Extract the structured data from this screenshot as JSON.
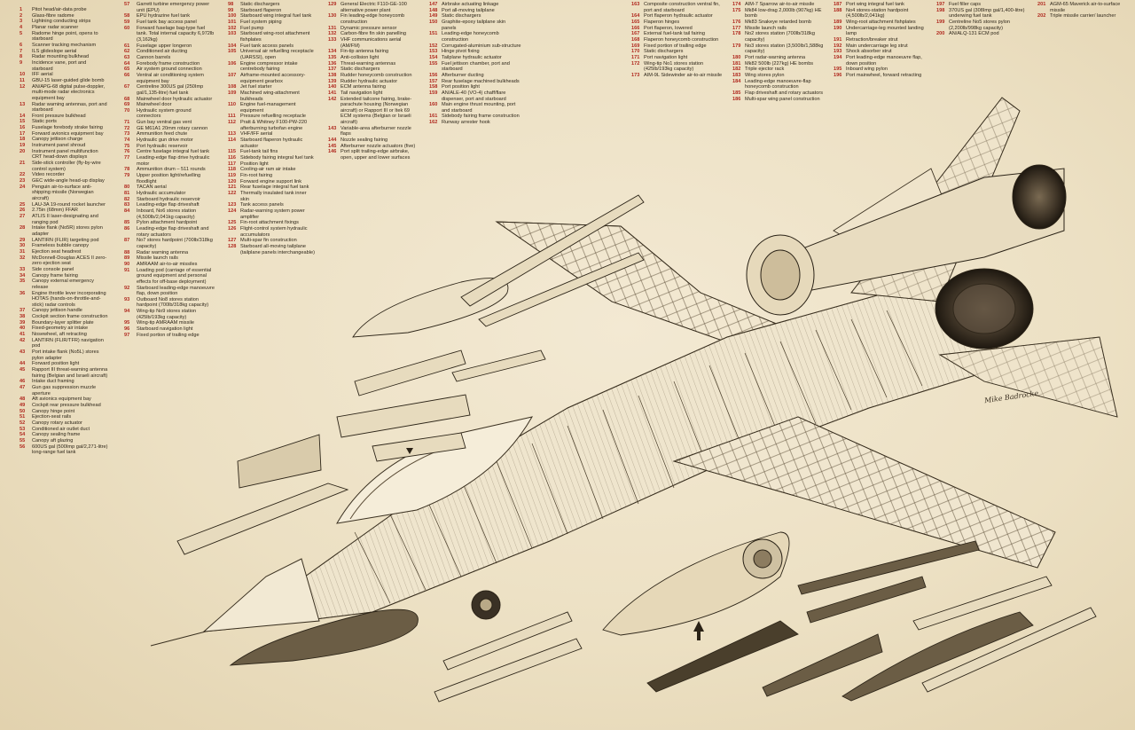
{
  "colors": {
    "paper": "#ece0c4",
    "ink": "#2e2619",
    "number_red": "#b0281e"
  },
  "signature": "Mike Badrocke",
  "columns": [
    {
      "items": [
        [
          "1",
          "Pitot head/air-data probe"
        ],
        [
          "2",
          "Glass-fibre radome"
        ],
        [
          "3",
          "Lightning conducting strips"
        ],
        [
          "4",
          "Planar radar scanner"
        ],
        [
          "5",
          "Radome hinge point, opens to starboard"
        ],
        [
          "6",
          "Scanner tracking mechanism"
        ],
        [
          "7",
          "ILS glideslope aerial"
        ],
        [
          "8",
          "Radar mounting bulkhead"
        ],
        [
          "9",
          "Incidence vane, port and starboard"
        ],
        [
          "10",
          "IFF aerial"
        ],
        [
          "11",
          "GBU-15 laser-guided glide bomb"
        ],
        [
          "12",
          "AN/APG-68 digital pulse-doppler, multi-mode radar electronics equipment bay"
        ],
        [
          "13",
          "Radar warning antennas, port and starboard"
        ],
        [
          "14",
          "Front pressure bulkhead"
        ],
        [
          "15",
          "Static ports"
        ],
        [
          "16",
          "Fuselage forebody strake fairing"
        ],
        [
          "17",
          "Forward avionics equipment bay"
        ],
        [
          "18",
          "Canopy jettison charge"
        ],
        [
          "19",
          "Instrument panel shroud"
        ],
        [
          "20",
          "Instrument panel multifunction CRT head-down displays"
        ],
        [
          "21",
          "Side-stick controller (fly-by-wire control system)"
        ],
        [
          "22",
          "Video recorder"
        ],
        [
          "23",
          "GEC wide-angle head-up display"
        ],
        [
          "24",
          "Penguin air-to-surface anti-shipping missile (Norwegian aircraft)"
        ],
        [
          "25",
          "LAU-3A 19-round rocket launcher"
        ],
        [
          "26",
          "2.75in (68mm) FFAR"
        ],
        [
          "27",
          "ATLIS II laser-designating and ranging pod"
        ],
        [
          "28",
          "Intake flank (No5R) stores pylon adapter"
        ],
        [
          "29",
          "LANTIRN (FLIR) targeting pod"
        ],
        [
          "30",
          "Frameless bubble canopy"
        ],
        [
          "31",
          "Ejection seat headrest"
        ],
        [
          "32",
          "McDonnell-Douglas ACES II zero-zero ejection seat"
        ],
        [
          "33",
          "Side console panel"
        ],
        [
          "34",
          "Canopy frame fairing"
        ],
        [
          "35",
          "Canopy external emergency release"
        ],
        [
          "36",
          "Engine throttle lever incorporating HOTAS (hands-on-throttle-and-stick) radar controls"
        ],
        [
          "37",
          "Canopy jettison handle"
        ],
        [
          "38",
          "Cockpit section frame construction"
        ],
        [
          "39",
          "Boundary-layer splitter plate"
        ],
        [
          "40",
          "Fixed-geometry air intake"
        ],
        [
          "41",
          "Nosewheel, aft retracting"
        ],
        [
          "42",
          "LANTIRN (FLIR/TFR) navigation pod"
        ],
        [
          "43",
          "Port intake flank (No5L) stores pylon adapter"
        ],
        [
          "44",
          "Forward position light"
        ],
        [
          "45",
          "Rapport III threat-warning antenna fairing (Belgian and Israeli aircraft)"
        ],
        [
          "46",
          "Intake duct framing"
        ],
        [
          "47",
          "Gun gas suppression muzzle aperture"
        ],
        [
          "48",
          "Aft avionics equipment bay"
        ],
        [
          "49",
          "Cockpit rear pressure bulkhead"
        ],
        [
          "50",
          "Canopy hinge point"
        ],
        [
          "51",
          "Ejection-seat rails"
        ],
        [
          "52",
          "Canopy rotary actuator"
        ],
        [
          "53",
          "Conditioned air outlet duct"
        ],
        [
          "54",
          "Canopy sealing frame"
        ],
        [
          "55",
          "Canopy aft glazing"
        ],
        [
          "56",
          "600US gal (500Imp gal/2,271-litre) long-range fuel tank"
        ]
      ]
    },
    {
      "items": [
        [
          "57",
          "Garrett turbine emergency power unit (EPU)"
        ],
        [
          "58",
          "EPU hydrazine fuel tank"
        ],
        [
          "59",
          "Fuel tank bay access panel"
        ],
        [
          "60",
          "Forward fuselage bag-type fuel tank. Total internal capacity 6,972lb (3,162kg)"
        ],
        [
          "61",
          "Fuselage upper longeron"
        ],
        [
          "62",
          "Conditioned air ducting"
        ],
        [
          "63",
          "Cannon barrels"
        ],
        [
          "64",
          "Forebody frame construction"
        ],
        [
          "65",
          "Air system ground connection"
        ],
        [
          "66",
          "Ventral air conditioning system equipment bay"
        ],
        [
          "67",
          "Centreline 300US gal (250Imp gal/1,135-litre) fuel tank"
        ],
        [
          "68",
          "Mainwheel door hydraulic actuator"
        ],
        [
          "69",
          "Mainwheel door"
        ],
        [
          "70",
          "Hydraulic system ground connectors"
        ],
        [
          "71",
          "Gun bay ventral gas vent"
        ],
        [
          "72",
          "GE M61A1 20mm rotary cannon"
        ],
        [
          "73",
          "Ammunition feed chute"
        ],
        [
          "74",
          "Hydraulic gun drive motor"
        ],
        [
          "75",
          "Port hydraulic reservoir"
        ],
        [
          "76",
          "Centre fuselage integral fuel tank"
        ],
        [
          "77",
          "Leading-edge flap drive hydraulic motor"
        ],
        [
          "78",
          "Ammunition drum – 511 rounds"
        ],
        [
          "79",
          "Upper position light/refuelling floodlight"
        ],
        [
          "80",
          "TACAN aerial"
        ],
        [
          "81",
          "Hydraulic accumulator"
        ],
        [
          "82",
          "Starboard hydraulic reservoir"
        ],
        [
          "83",
          "Leading-edge flap driveshaft"
        ],
        [
          "84",
          "Inboard, No6 stores station (4,500lb/2,041kg capacity)"
        ],
        [
          "85",
          "Pylon attachment hardpoint"
        ],
        [
          "86",
          "Leading-edge flap driveshaft and rotary actuators"
        ],
        [
          "87",
          "No7 stores hardpoint (700lb/318kg capacity)"
        ],
        [
          "88",
          "Radar warning antenna"
        ],
        [
          "89",
          "Missile launch rails"
        ],
        [
          "90",
          "AMRAAM air-to-air missiles"
        ],
        [
          "91",
          "Loading pod (carriage of essential ground equipment and personal effects for off-base deployment)"
        ],
        [
          "92",
          "Starboard leading-edge manoeuvre flap, down position"
        ],
        [
          "93",
          "Outboard No8 stores station hardpoint (700lb/318kg capacity)"
        ],
        [
          "94",
          "Wing-tip No9 stores station (425lb/193kg capacity)"
        ],
        [
          "95",
          "Wing-tip AMRAAM missile"
        ],
        [
          "96",
          "Starboard navigation light"
        ],
        [
          "97",
          "Fixed portion of trailing edge"
        ]
      ]
    },
    {
      "items": [
        [
          "98",
          "Static dischargers"
        ],
        [
          "99",
          "Starboard flaperon"
        ],
        [
          "100",
          "Starboard wing integral fuel tank"
        ],
        [
          "101",
          "Fuel system piping"
        ],
        [
          "102",
          "Fuel pump"
        ],
        [
          "103",
          "Starboard wing-root attachment fishplates"
        ],
        [
          "104",
          "Fuel tank access panels"
        ],
        [
          "105",
          "Universal air refuelling receptacle (UARSSI), open"
        ],
        [
          "106",
          "Engine compressor intake centrebody fairing"
        ],
        [
          "107",
          "Airframe-mounted accessory-equipment gearbox"
        ],
        [
          "108",
          "Jet fuel starter"
        ],
        [
          "109",
          "Machined wing-attachment bulkheads"
        ],
        [
          "110",
          "Engine fuel-management equipment"
        ],
        [
          "111",
          "Pressure refuelling receptacle"
        ],
        [
          "112",
          "Pratt & Whitney F100-PW-220 afterburning turbofan engine"
        ],
        [
          "113",
          "VHF/IFF aerial"
        ],
        [
          "114",
          "Starboard flaperon hydraulic actuator"
        ],
        [
          "115",
          "Fuel-tank tail fins"
        ],
        [
          "116",
          "Sidebody fairing integral fuel tank"
        ],
        [
          "117",
          "Position light"
        ],
        [
          "118",
          "Cooling-air ram air intake"
        ],
        [
          "119",
          "Fin-root fairing"
        ],
        [
          "120",
          "Forward engine support link"
        ],
        [
          "121",
          "Rear fuselage integral fuel tank"
        ],
        [
          "122",
          "Thermally insulated tank inner skin"
        ],
        [
          "123",
          "Tank access panels"
        ],
        [
          "124",
          "Radar-warning system power amplifier"
        ],
        [
          "125",
          "Fin-root attachment fixings"
        ],
        [
          "126",
          "Flight-control system hydraulic accumulators"
        ],
        [
          "127",
          "Multi-spar fin construction"
        ],
        [
          "128",
          "Starboard all-moving tailplane (tailplane panels interchangeable)"
        ]
      ]
    },
    {
      "items": [
        [
          "129",
          "General Electric F110-GE-100 alternative power plant"
        ],
        [
          "130",
          "Fin leading-edge honeycomb construction"
        ],
        [
          "131",
          "Dynamic pressure sensor"
        ],
        [
          "132",
          "Carbon-fibre fin skin panelling"
        ],
        [
          "133",
          "VHF communications aerial (AM/FM)"
        ],
        [
          "134",
          "Fin-tip antenna fairing"
        ],
        [
          "135",
          "Anti-collision light"
        ],
        [
          "136",
          "Threat-warning antennas"
        ],
        [
          "137",
          "Static dischargers"
        ],
        [
          "138",
          "Rudder honeycomb construction"
        ],
        [
          "139",
          "Rudder hydraulic actuator"
        ],
        [
          "140",
          "ECM antenna fairing"
        ],
        [
          "141",
          "Tail navigation light"
        ],
        [
          "142",
          "Extended tailcone fairing, brake-parachute housing (Norwegian aircraft) or Rapport III or Itek 69 ECM systems (Belgian or Israeli aircraft)"
        ],
        [
          "143",
          "Variable-area afterburner nozzle flaps"
        ],
        [
          "144",
          "Nozzle sealing fairing"
        ],
        [
          "145",
          "Afterburner nozzle actuators (five)"
        ],
        [
          "146",
          "Port split trailing-edge airbrake, open, upper and lower surfaces"
        ]
      ]
    },
    {
      "items": [
        [
          "147",
          "Airbrake actuating linkage"
        ],
        [
          "148",
          "Port all-moving tailplane"
        ],
        [
          "149",
          "Static dischargers"
        ],
        [
          "150",
          "Graphite-epoxy tailplane skin panels"
        ],
        [
          "151",
          "Leading-edge honeycomb construction"
        ],
        [
          "152",
          "Corrugated-aluminium sub-structure"
        ],
        [
          "153",
          "Hinge pivot fixing"
        ],
        [
          "154",
          "Tailplane hydraulic actuator"
        ],
        [
          "155",
          "Fuel jettison chamber, port and starboard"
        ],
        [
          "156",
          "Afterburner ducting"
        ],
        [
          "157",
          "Rear fuselage machined bulkheads"
        ],
        [
          "158",
          "Port position light"
        ],
        [
          "159",
          "AN/ALE-40 (VO-4) chaff/flare dispenser, port and starboard"
        ],
        [
          "160",
          "Main engine thrust mounting, port and starboard"
        ],
        [
          "161",
          "Sidebody fairing frame construction"
        ],
        [
          "162",
          "Runway arrester hook"
        ]
      ]
    },
    {
      "items": [
        [
          "163",
          "Composite construction ventral fin, port and starboard"
        ],
        [
          "164",
          "Port flaperon hydraulic actuator"
        ],
        [
          "165",
          "Flaperon hinges"
        ],
        [
          "166",
          "Port flaperon, lowered"
        ],
        [
          "167",
          "External fuel-tank tail fairing"
        ],
        [
          "168",
          "Flaperon honeycomb construction"
        ],
        [
          "169",
          "Fixed portion of trailing edge"
        ],
        [
          "170",
          "Static dischargers"
        ],
        [
          "171",
          "Port navigation light"
        ],
        [
          "172",
          "Wing-tip No1 stores station (425lb/193kg capacity)"
        ],
        [
          "173",
          "AIM-9L Sidewinder air-to-air missile"
        ]
      ]
    },
    {
      "items": [
        [
          "174",
          "AIM-7 Sparrow air-to-air missile"
        ],
        [
          "175",
          "Mk84 low-drag 2,000lb (907kg) HE bomb"
        ],
        [
          "176",
          "Mk83 Snakeye retarded bomb"
        ],
        [
          "177",
          "Missile launch rails"
        ],
        [
          "178",
          "No2 stores station (700lb/318kg capacity)"
        ],
        [
          "179",
          "No3 stores station (3,500lb/1,588kg capacity)"
        ],
        [
          "180",
          "Port radar-warning antenna"
        ],
        [
          "181",
          "Mk82 500lb (227kg) HE bombs"
        ],
        [
          "182",
          "Triple ejector rack"
        ],
        [
          "183",
          "Wing stores pylon"
        ],
        [
          "184",
          "Leading-edge manoeuvre-flap honeycomb construction"
        ],
        [
          "185",
          "Flap driveshaft and rotary actuators"
        ],
        [
          "186",
          "Multi-spar wing panel construction"
        ]
      ]
    },
    {
      "items": [
        [
          "187",
          "Port wing integral fuel tank"
        ],
        [
          "188",
          "No4 stores-station hardpoint (4,500lb/2,041kg)"
        ],
        [
          "189",
          "Wing-root attachment fishplates"
        ],
        [
          "190",
          "Undercarriage-leg mounted landing lamp"
        ],
        [
          "191",
          "Retraction/breaker strut"
        ],
        [
          "192",
          "Main undercarriage leg strut"
        ],
        [
          "193",
          "Shock absorber strut"
        ],
        [
          "194",
          "Port leading-edge manoeuvre flap, down position"
        ],
        [
          "195",
          "Inboard wing pylon"
        ],
        [
          "196",
          "Port mainwheel, forward retracting"
        ]
      ]
    },
    {
      "items": [
        [
          "197",
          "Fuel filler caps"
        ],
        [
          "198",
          "370US gal (308Imp gal/1,400-litre) underwing fuel tank"
        ],
        [
          "199",
          "Centreline No5 stores pylon (2,200lb/998kg capacity)"
        ],
        [
          "200",
          "AN/ALQ-131 ECM pod"
        ]
      ]
    },
    {
      "items": [
        [
          "201",
          "AGM-65 Maverick air-to-surface missile"
        ],
        [
          "202",
          "Triple missile carrier/ launcher"
        ]
      ]
    }
  ]
}
